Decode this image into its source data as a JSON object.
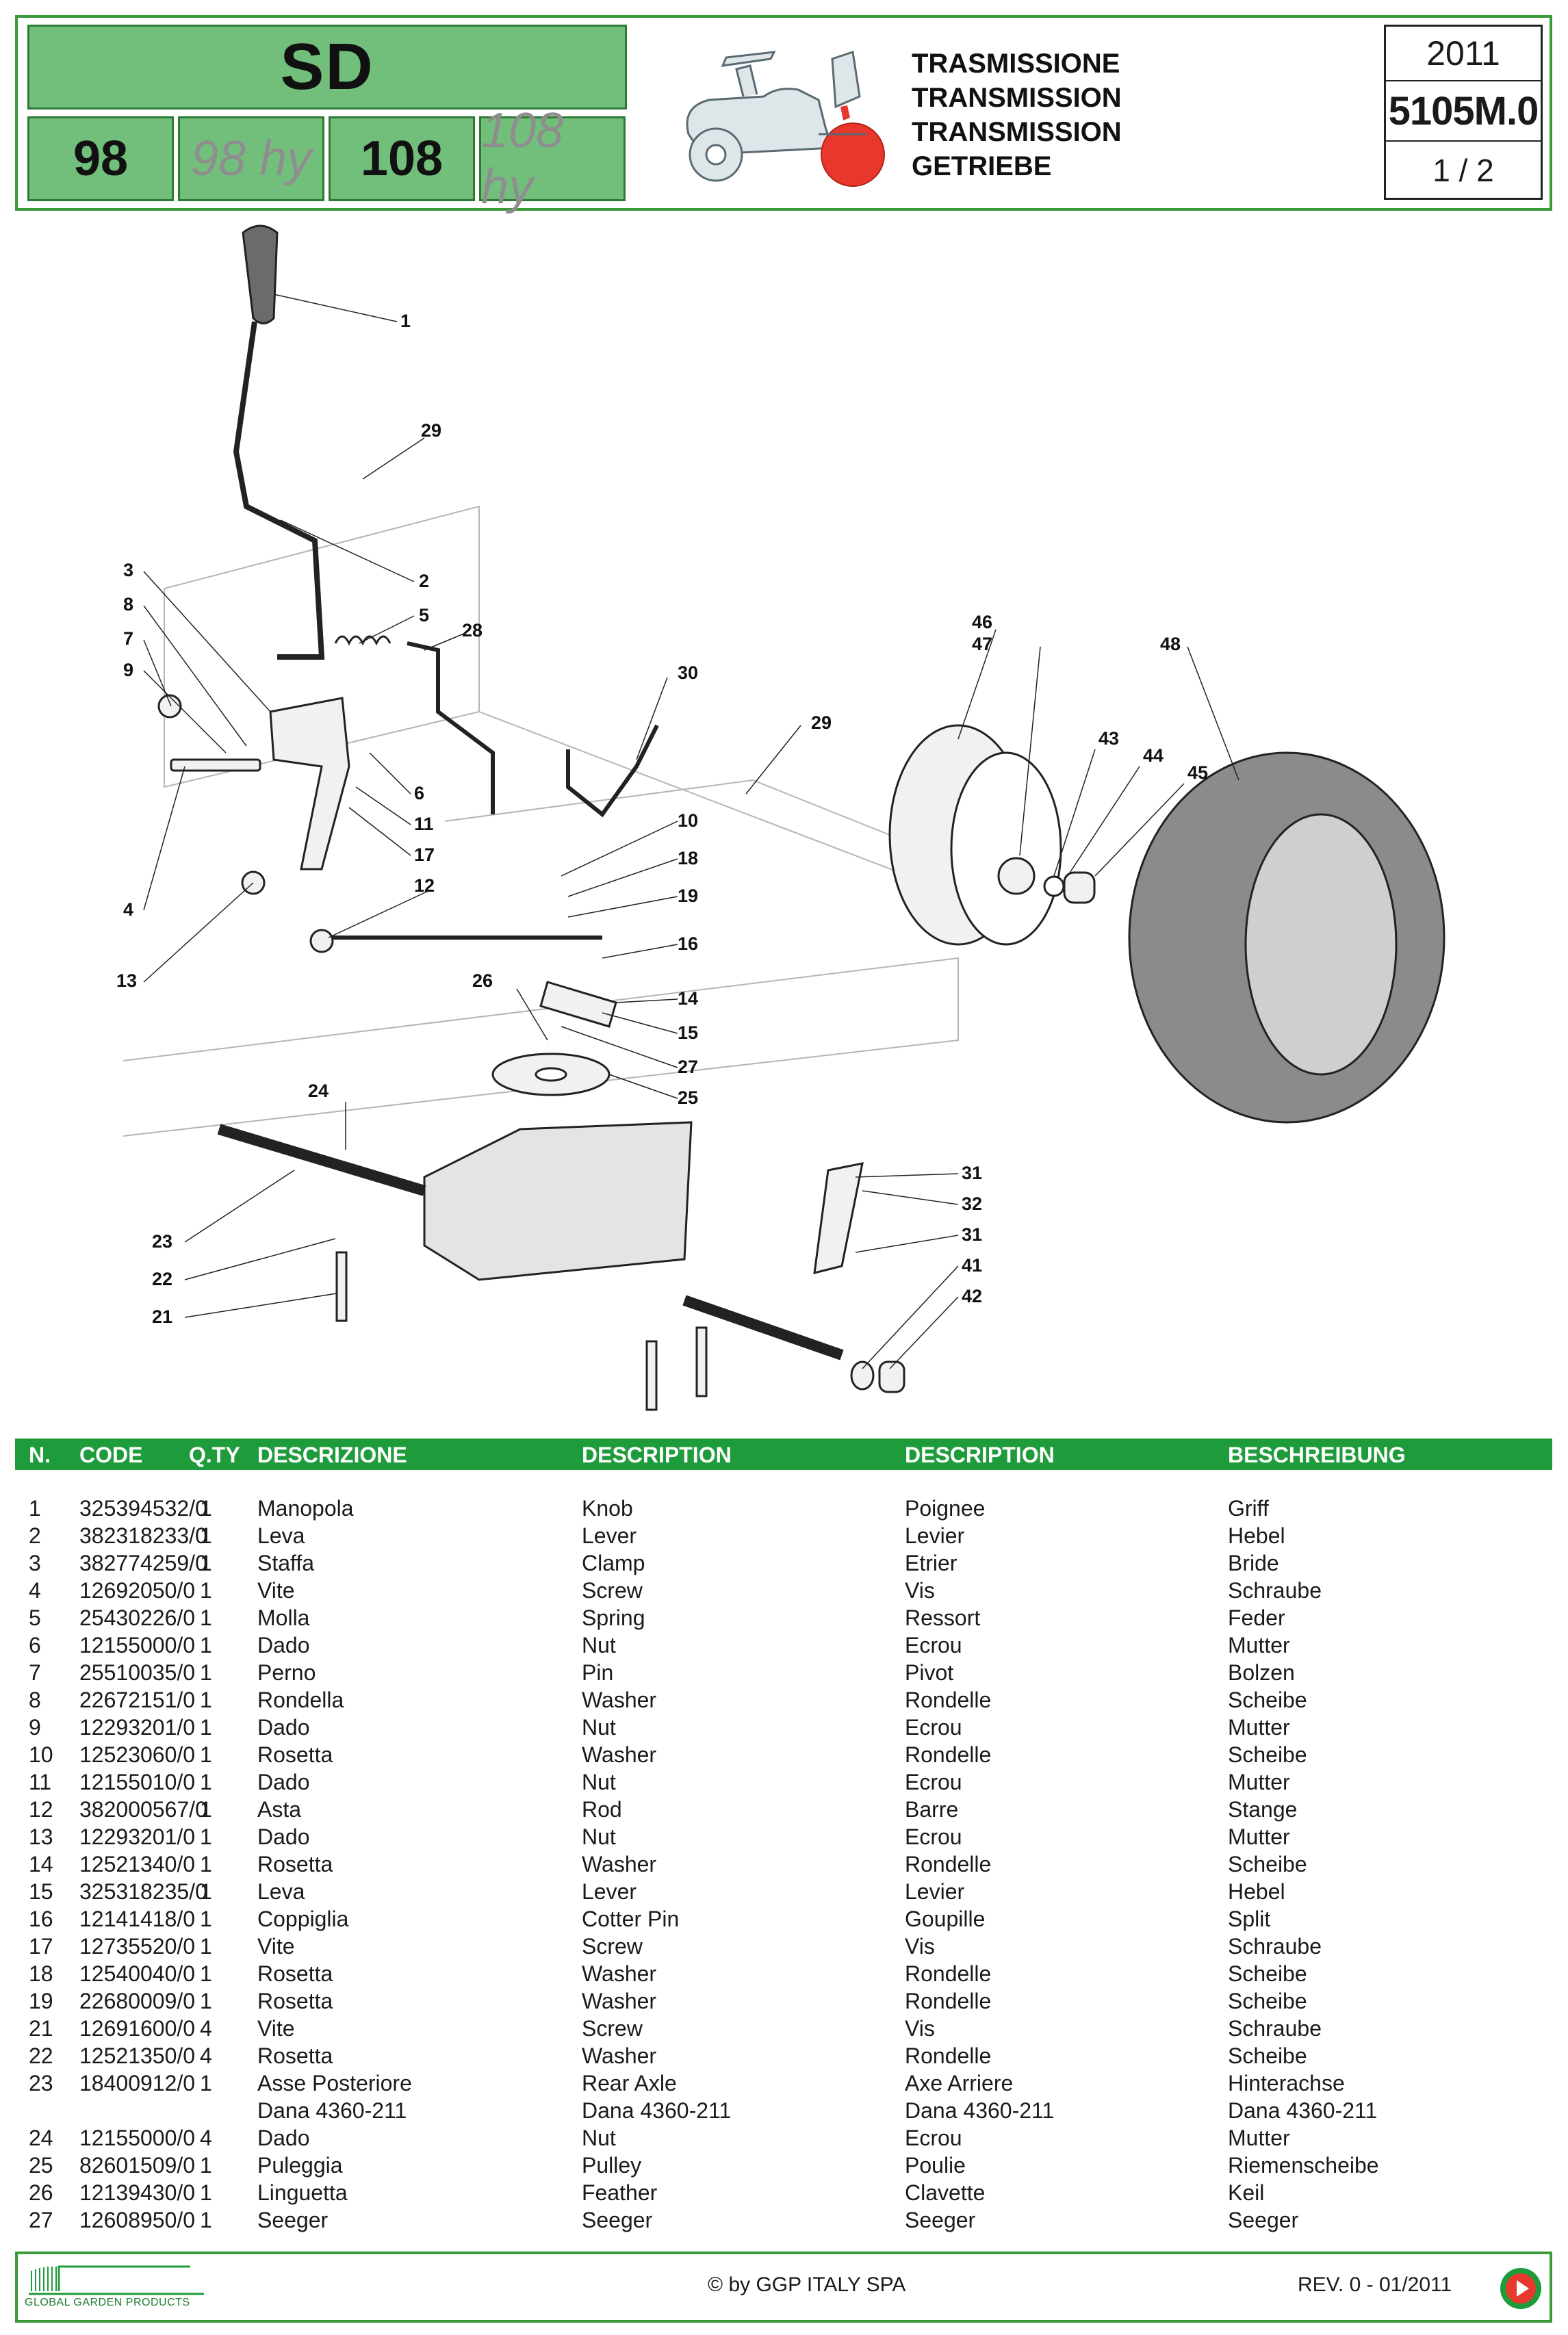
{
  "header": {
    "series": "SD",
    "models": [
      {
        "label": "98",
        "active": true
      },
      {
        "label": "98 hy",
        "active": false
      },
      {
        "label": "108",
        "active": true
      },
      {
        "label": "108 hy",
        "active": false
      }
    ],
    "titles": [
      "TRASMISSIONE",
      "TRANSMISSION",
      "TRANSMISSION",
      "GETRIEBE"
    ],
    "year": "2011",
    "doc_code": "5105M.0",
    "page": "1 / 2"
  },
  "diagram": {
    "callouts": [
      "1",
      "29",
      "3",
      "2",
      "8",
      "5",
      "28",
      "7",
      "9",
      "30",
      "29",
      "6",
      "11",
      "10",
      "17",
      "18",
      "4",
      "12",
      "19",
      "16",
      "13",
      "26",
      "14",
      "15",
      "27",
      "25",
      "24",
      "31",
      "32",
      "31",
      "23",
      "41",
      "22",
      "42",
      "21",
      "46",
      "47",
      "48",
      "43",
      "44",
      "45"
    ]
  },
  "table": {
    "headers": {
      "n": "N.",
      "code": "CODE",
      "qty": "Q.TY",
      "it": "DESCRIZIONE",
      "en": "DESCRIPTION",
      "fr": "DESCRIPTION",
      "de": "BESCHREIBUNG"
    },
    "rows": [
      {
        "n": "1",
        "code": "325394532/0",
        "qty": "1",
        "it": "Manopola",
        "en": "Knob",
        "fr": "Poignee",
        "de": "Griff"
      },
      {
        "n": "2",
        "code": "382318233/0",
        "qty": "1",
        "it": "Leva",
        "en": "Lever",
        "fr": "Levier",
        "de": "Hebel"
      },
      {
        "n": "3",
        "code": "382774259/0",
        "qty": "1",
        "it": "Staffa",
        "en": "Clamp",
        "fr": "Etrier",
        "de": "Bride"
      },
      {
        "n": "4",
        "code": "12692050/0",
        "qty": "1",
        "it": "Vite",
        "en": "Screw",
        "fr": "Vis",
        "de": "Schraube"
      },
      {
        "n": "5",
        "code": "25430226/0",
        "qty": "1",
        "it": "Molla",
        "en": "Spring",
        "fr": "Ressort",
        "de": "Feder"
      },
      {
        "n": "6",
        "code": "12155000/0",
        "qty": "1",
        "it": "Dado",
        "en": "Nut",
        "fr": "Ecrou",
        "de": "Mutter"
      },
      {
        "n": "7",
        "code": "25510035/0",
        "qty": "1",
        "it": "Perno",
        "en": "Pin",
        "fr": "Pivot",
        "de": "Bolzen"
      },
      {
        "n": "8",
        "code": "22672151/0",
        "qty": "1",
        "it": "Rondella",
        "en": "Washer",
        "fr": "Rondelle",
        "de": "Scheibe"
      },
      {
        "n": "9",
        "code": "12293201/0",
        "qty": "1",
        "it": "Dado",
        "en": "Nut",
        "fr": "Ecrou",
        "de": "Mutter"
      },
      {
        "n": "10",
        "code": "12523060/0",
        "qty": "1",
        "it": "Rosetta",
        "en": "Washer",
        "fr": "Rondelle",
        "de": "Scheibe"
      },
      {
        "n": "11",
        "code": "12155010/0",
        "qty": "1",
        "it": "Dado",
        "en": "Nut",
        "fr": "Ecrou",
        "de": "Mutter"
      },
      {
        "n": "12",
        "code": "382000567/0",
        "qty": "1",
        "it": "Asta",
        "en": "Rod",
        "fr": "Barre",
        "de": "Stange"
      },
      {
        "n": "13",
        "code": "12293201/0",
        "qty": "1",
        "it": "Dado",
        "en": "Nut",
        "fr": "Ecrou",
        "de": "Mutter"
      },
      {
        "n": "14",
        "code": "12521340/0",
        "qty": "1",
        "it": "Rosetta",
        "en": "Washer",
        "fr": "Rondelle",
        "de": "Scheibe"
      },
      {
        "n": "15",
        "code": "325318235/0",
        "qty": "1",
        "it": "Leva",
        "en": "Lever",
        "fr": "Levier",
        "de": "Hebel"
      },
      {
        "n": "16",
        "code": "12141418/0",
        "qty": "1",
        "it": "Coppiglia",
        "en": "Cotter Pin",
        "fr": "Goupille",
        "de": "Split"
      },
      {
        "n": "17",
        "code": "12735520/0",
        "qty": "1",
        "it": "Vite",
        "en": "Screw",
        "fr": "Vis",
        "de": "Schraube"
      },
      {
        "n": "18",
        "code": "12540040/0",
        "qty": "1",
        "it": "Rosetta",
        "en": "Washer",
        "fr": "Rondelle",
        "de": "Scheibe"
      },
      {
        "n": "19",
        "code": "22680009/0",
        "qty": "1",
        "it": "Rosetta",
        "en": "Washer",
        "fr": "Rondelle",
        "de": "Scheibe"
      },
      {
        "n": "21",
        "code": "12691600/0",
        "qty": "4",
        "it": "Vite",
        "en": "Screw",
        "fr": "Vis",
        "de": "Schraube"
      },
      {
        "n": "22",
        "code": "12521350/0",
        "qty": "4",
        "it": "Rosetta",
        "en": "Washer",
        "fr": "Rondelle",
        "de": "Scheibe"
      },
      {
        "n": "23",
        "code": "18400912/0",
        "qty": "1",
        "it": "Asse Posteriore",
        "en": "Rear Axle",
        "fr": "Axe Arriere",
        "de": "Hinterachse"
      },
      {
        "n": "",
        "code": "",
        "qty": "",
        "it": " Dana 4360-211",
        "en": " Dana 4360-211",
        "fr": " Dana 4360-211",
        "de": " Dana 4360-211"
      },
      {
        "n": "24",
        "code": "12155000/0",
        "qty": "4",
        "it": "Dado",
        "en": "Nut",
        "fr": "Ecrou",
        "de": "Mutter"
      },
      {
        "n": "25",
        "code": "82601509/0",
        "qty": "1",
        "it": "Puleggia",
        "en": "Pulley",
        "fr": "Poulie",
        "de": "Riemenscheibe"
      },
      {
        "n": "26",
        "code": "12139430/0",
        "qty": "1",
        "it": "Linguetta",
        "en": "Feather",
        "fr": "Clavette",
        "de": "Keil"
      },
      {
        "n": "27",
        "code": "12608950/0",
        "qty": "1",
        "it": "Seeger",
        "en": "Seeger",
        "fr": "Seeger",
        "de": "Seeger"
      }
    ]
  },
  "footer": {
    "brand": "GLOBAL GARDEN PRODUCTS",
    "copyright": "© by GGP ITALY SPA",
    "revision": "REV. 0 - 01/2011"
  },
  "colors": {
    "brand_green": "#1e9b3a",
    "model_green": "#72bf7c",
    "highlight_red": "#e8372c"
  }
}
